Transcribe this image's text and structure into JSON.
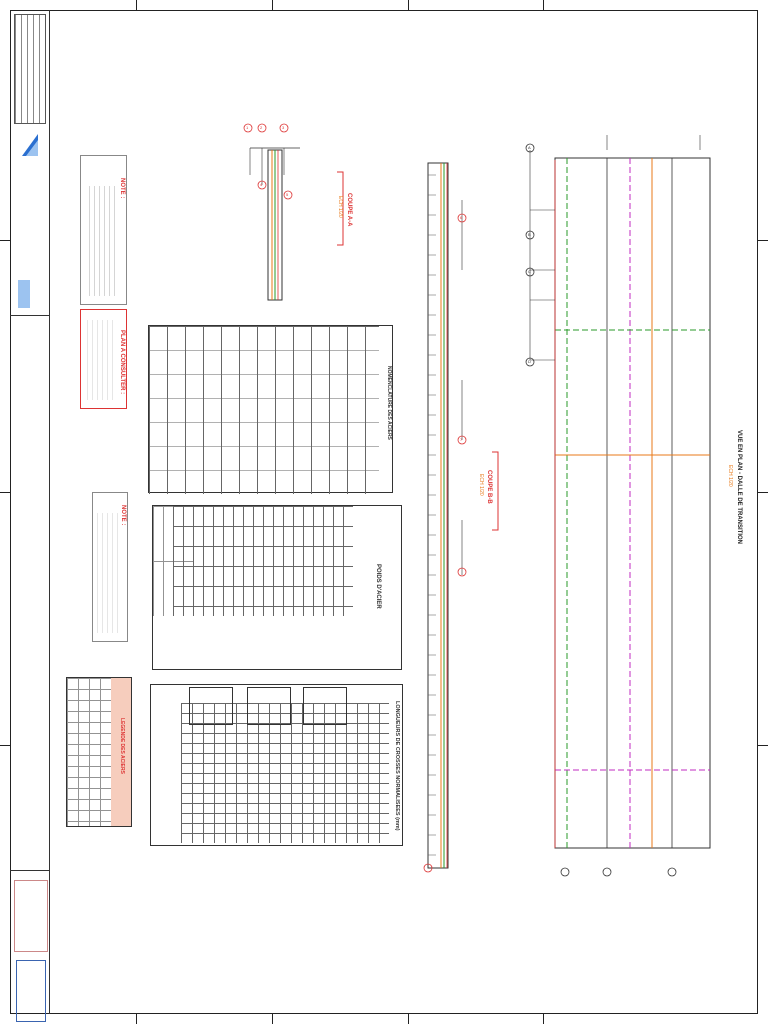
{
  "sheet": {
    "notes_header": "NOTE :",
    "plan_caption": "PLAN A CONSULTER :",
    "legend_header": "LEGENDE DES ACIERS"
  },
  "views": {
    "plan_title": "VUE EN PLAN - DALLE DE TRANSITION",
    "plan_scale": "ECH 1/20",
    "section_aa_title": "COUPE A-A",
    "section_aa_scale": "ECH 1/20",
    "section_bb_title": "COUPE B-B",
    "section_bb_scale": "ECH 1/20"
  },
  "tables": {
    "rebar_schedule_title": "NOMENCLATURE DES ACIERS",
    "steel_weight_title": "POIDS D'ACIER",
    "hook_lengths_title": "LONGUEURS DE CROSSES NORMALISEES (mm)"
  },
  "markers": [
    "1",
    "2",
    "3",
    "4",
    "5",
    "6",
    "7",
    "A",
    "B",
    "C",
    "D"
  ],
  "colors": {
    "line_red": "#dd3333",
    "line_orange": "#e87a1a",
    "line_green": "#2a9a2a",
    "line_magenta": "#c22bc2",
    "title_block_pink": "#f6cdbd",
    "logo_blue": "#2a6fd0"
  }
}
